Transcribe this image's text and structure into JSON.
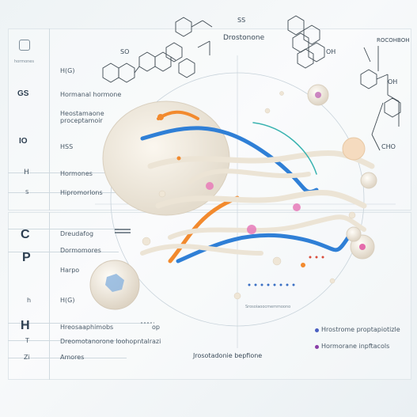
{
  "left_column": {
    "top_logo_caption": "hormones",
    "items_top": [
      {
        "key": "GS",
        "label": "Hormanal hormone"
      },
      {
        "key": "",
        "label": "Heostamaone proceptamoir"
      },
      {
        "key": "IO",
        "label": "HSS"
      },
      {
        "key": "H",
        "label": "Hormones"
      },
      {
        "key": "S",
        "label": "Hipromorlons"
      }
    ],
    "h_top_note": "H(G)",
    "items_bottom": [
      {
        "key": "C",
        "label": "Dreudafog"
      },
      {
        "key": "P",
        "label": "Dormomores"
      },
      {
        "key": "",
        "label": "Harpo"
      },
      {
        "key": "h",
        "label": "H(G)"
      },
      {
        "key": "H",
        "label": "Hreosaaphimobs"
      },
      {
        "key": "T",
        "label": "Dreomotanorone loohopntalrazi"
      },
      {
        "key": "Zi",
        "label": "Amores"
      }
    ],
    "op_note": "op"
  },
  "diagram": {
    "top_title": "Drostonone",
    "top_formula_label": "SS",
    "so_label": "SO",
    "oh_label_1": "OH",
    "oh_label_2": "OH",
    "right_formula": "ROCOHBOH",
    "cho_label": "CHO",
    "center_caption": "Srosoiaoocmemmoono",
    "bottom_caption": "Jrosotadonie bepfione"
  },
  "legend": {
    "items": [
      {
        "label": "Hrostrome proptapiotizle",
        "color": "#4a5fc1"
      },
      {
        "label": "Hormorane inpftacols",
        "color": "#8a3fa8"
      }
    ]
  },
  "colors": {
    "blue": "#2f7fd6",
    "orange": "#f28a2e",
    "pink": "#e0489b",
    "cream": "#f1ebe0"
  }
}
